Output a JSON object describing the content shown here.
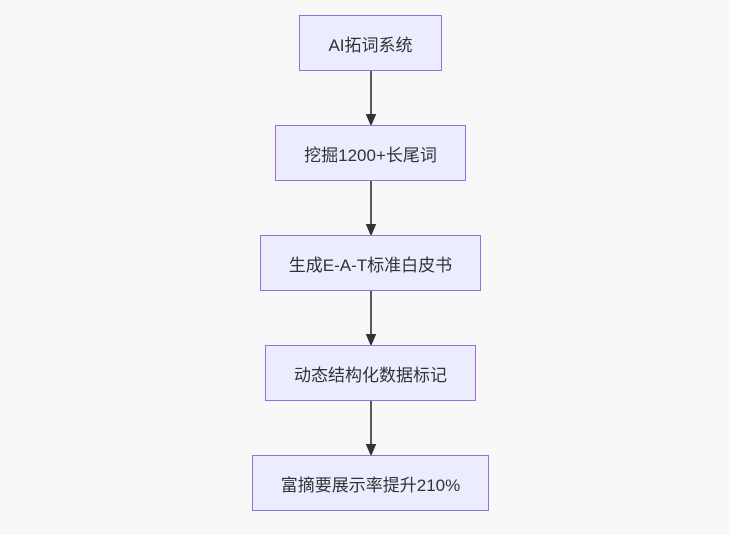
{
  "diagram": {
    "type": "flowchart",
    "direction": "top-down",
    "nodes": [
      {
        "id": "n1",
        "label": "AI拓词系统"
      },
      {
        "id": "n2",
        "label": "挖掘1200+长尾词"
      },
      {
        "id": "n3",
        "label": "生成E-A-T标准白皮书"
      },
      {
        "id": "n4",
        "label": "动态结构化数据标记"
      },
      {
        "id": "n5",
        "label": "富摘要展示率提升210%"
      }
    ],
    "edges": [
      {
        "from": "n1",
        "to": "n2",
        "style": "arrow-down"
      },
      {
        "from": "n2",
        "to": "n3",
        "style": "arrow-down"
      },
      {
        "from": "n3",
        "to": "n4",
        "style": "arrow-down"
      },
      {
        "from": "n4",
        "to": "n5",
        "style": "arrow-down"
      }
    ],
    "colors": {
      "background": "#f8f8f8",
      "node_fill": "#ececff",
      "node_border": "#9370db",
      "node_text": "#333333",
      "arrow": "#333333"
    }
  }
}
